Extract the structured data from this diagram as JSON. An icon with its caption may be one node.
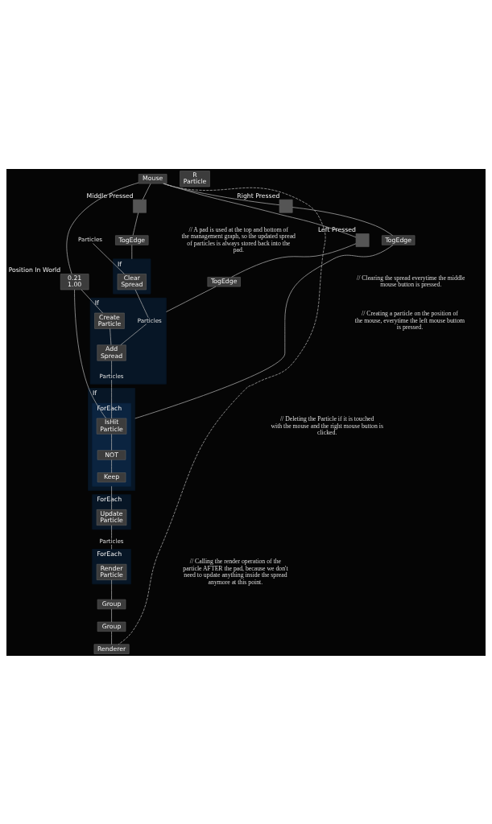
{
  "diagram": {
    "nodes": [
      {
        "text": [
          "Mouse"
        ]
      },
      {
        "text": [],
        "shape": "box",
        "beside": [
          "Left Pressed"
        ]
      },
      {
        "text": [
          "TogEdge"
        ]
      },
      {
        "text": [],
        "shape": "box",
        "beside": [
          "Middle Pressed"
        ]
      },
      {
        "text": [
          "TogEdge"
        ]
      },
      {
        "text": [],
        "shape": "box",
        "beside": [
          "Right Pressed"
        ]
      },
      {
        "text": [
          "TogEdge"
        ]
      },
      {
        "text": [
          "Particles"
        ]
      },
      {
        "text": [
          "0.21",
          "1.00"
        ],
        "beside": [
          "Position In World"
        ]
      },
      {
        "text": [
          "If"
        ]
      },
      {
        "text": [
          "Clear",
          "Spread"
        ],
        "in": 9
      },
      {
        "text": [
          "If"
        ]
      },
      {
        "text": [
          "Particles"
        ],
        "in": 11
      },
      {
        "text": [
          "Create",
          "Particle"
        ],
        "in": 11
      },
      {
        "text": [
          "Add",
          "Spread"
        ],
        "in": 11
      },
      {
        "text": [
          "Particles"
        ],
        "in": 11
      },
      {
        "text": [
          "If"
        ]
      },
      {
        "text": [
          "ForEach"
        ],
        "in": 16
      },
      {
        "text": [
          "IsHit",
          "Particle"
        ],
        "in": 17
      },
      {
        "text": [
          "NOT"
        ],
        "in": 17
      },
      {
        "text": [
          "Keep"
        ],
        "in": 17
      },
      {
        "text": [
          "ForEach"
        ]
      },
      {
        "text": [
          "Update",
          "Particle"
        ],
        "in": 21
      },
      {
        "text": [
          "R",
          "Particle"
        ]
      },
      {
        "text": [
          "Particles"
        ]
      },
      {
        "text": [
          "ForEach"
        ]
      },
      {
        "text": [
          "Render",
          "Particle"
        ],
        "in": 25
      },
      {
        "text": [
          "Group"
        ]
      },
      {
        "text": [
          "Group"
        ]
      },
      {
        "text": [
          "Renderer"
        ]
      }
    ],
    "edges": [
      {
        "from": 0,
        "to": 1,
        "arrow": "none"
      },
      {
        "from": 1,
        "to": 2,
        "arrow": "none"
      },
      {
        "from": 0,
        "to": 3,
        "arrow": "none"
      },
      {
        "from": 3,
        "to": 4,
        "arrow": "none"
      },
      {
        "from": 0,
        "to": 5,
        "arrow": "none"
      },
      {
        "from": 5,
        "to": 6,
        "arrow": "none"
      },
      {
        "from": 0,
        "to": 8,
        "arrow": "none"
      },
      {
        "from": 0,
        "to": 29,
        "arrow": "none",
        "style": "dashed"
      },
      {
        "from": 4,
        "to": 9,
        "arrow": "none"
      },
      {
        "from": 7,
        "to": 10,
        "arrow": "none"
      },
      {
        "from": 10,
        "to": 12,
        "arrow": "none"
      },
      {
        "from": 2,
        "to": 11,
        "arrow": "none"
      },
      {
        "from": 8,
        "to": 13,
        "arrow": "none"
      },
      {
        "from": 12,
        "to": 14,
        "arrow": "none"
      },
      {
        "from": 13,
        "to": 14,
        "arrow": "none"
      },
      {
        "from": 14,
        "to": 15,
        "arrow": "none"
      },
      {
        "from": 6,
        "to": 16,
        "arrow": "none"
      },
      {
        "from": 15,
        "to": 18,
        "arrow": "none"
      },
      {
        "from": 8,
        "to": 18,
        "arrow": "none"
      },
      {
        "from": 18,
        "to": 19,
        "arrow": "none"
      },
      {
        "from": 19,
        "to": 20,
        "arrow": "none"
      },
      {
        "from": 17,
        "to": 22,
        "arrow": "none"
      },
      {
        "from": 22,
        "to": 24,
        "arrow": "none"
      },
      {
        "from": 24,
        "to": 25,
        "arrow": "none"
      },
      {
        "from": 26,
        "to": 27,
        "arrow": "none"
      },
      {
        "from": 27,
        "to": 28,
        "arrow": "none"
      },
      {
        "from": 28,
        "to": 29,
        "arrow": "none"
      }
    ],
    "labels": [
      "// A pad is used at the top and bottom of the management graph, so the updated spread of particles is always stored back into the pad.",
      "// Clearing the spread everytime the middle mouse button is pressed.",
      "// Creating a particle on the position of the mouse, everytime the left mouse buttom is pressed.",
      "// Deleting the Particle if it is touched with the mouse and the right mouse button is clicked.",
      "// Calling the render operation of the particle AFTER the pad, because we don't need to update anything inside the spread anymore at this point."
    ]
  }
}
